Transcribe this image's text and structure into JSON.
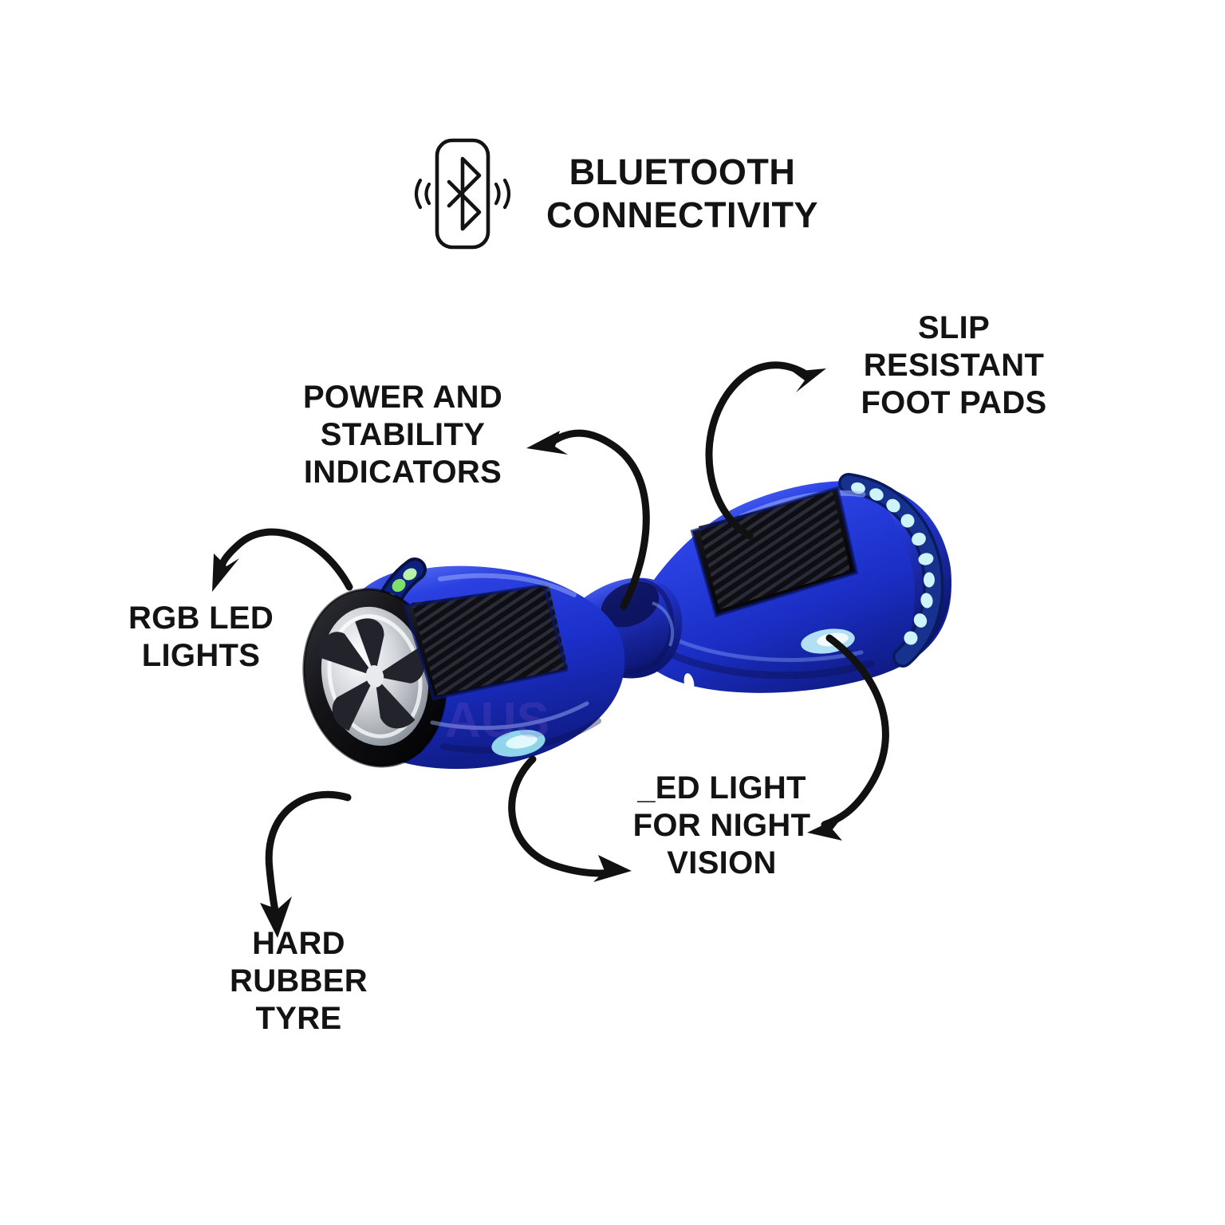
{
  "header": {
    "icon": "bluetooth-icon",
    "title": "BLUETOOTH\nCONNECTIVITY"
  },
  "callouts": [
    {
      "id": "slip-resistant-foot-pads",
      "text": "SLIP\nRESISTANT\nFOOT PADS",
      "arrow": "curve-up-right"
    },
    {
      "id": "power-and-stability-indicators",
      "text": "POWER AND\nSTABILITY\nINDICATORS",
      "arrow": "curve-up-left"
    },
    {
      "id": "rgb-led-lights",
      "text": "RGB LED\nLIGHTS",
      "arrow": "curve-down-left"
    },
    {
      "id": "led-light-for-night-vision",
      "text": "_ED LIGHT\nFOR NIGHT\nVISION",
      "arrow": "curve-down-left-and-right"
    },
    {
      "id": "hard-rubber-tyre",
      "text": "HARD\nRUBBER\nTYRE",
      "arrow": "curve-down"
    }
  ],
  "product": {
    "name": "self-balancing-hoverboard",
    "body_color": "#1f35d8",
    "body_highlight": "#5f7dff",
    "body_shadow": "#0d1a7a",
    "pad_color": "#15151c",
    "led_left_color": "#4ddb45",
    "led_right_color": "#9fe8f5",
    "wheel_hub_color": "#d8dade",
    "tyre_color": "#141418",
    "watermark": "AUS"
  },
  "colors": {
    "background": "#ffffff",
    "text": "#131313",
    "arrow": "#111111"
  }
}
